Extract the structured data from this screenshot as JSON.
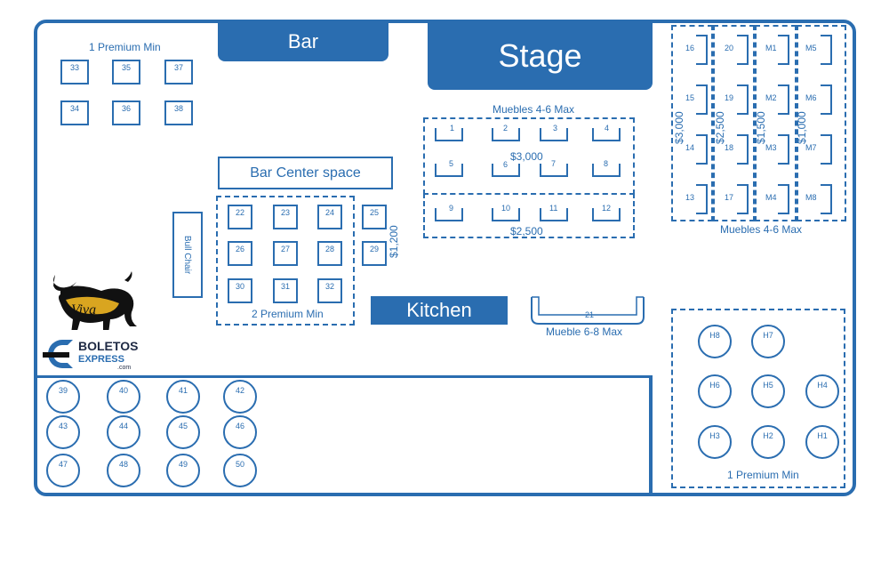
{
  "areas": {
    "bar": "Bar",
    "stage": "Stage",
    "kitchen": "Kitchen",
    "bar_center": "Bar Center space",
    "bull_chair": "Bull Chair"
  },
  "sections": {
    "top_left_min": "1 Premium Min",
    "mid_left_min": "2 Premium Min",
    "muebles_center_top": "Muebles 4-6 Max",
    "muebles_center_price1": "$3,000",
    "muebles_center_price2": "$2,500",
    "price_25_29": "$1,200",
    "mueble_21_label": "Mueble 6-8 Max",
    "right_muebles_label": "Muebles 4-6 Max",
    "right_price_1": "$3,000",
    "right_price_2": "$2,500",
    "right_price_3": "$1,500",
    "right_price_4": "$1,000",
    "h_section_min": "1 Premium Min"
  },
  "tables": {
    "t33": "33",
    "t35": "35",
    "t37": "37",
    "t34": "34",
    "t36": "36",
    "t38": "38",
    "t22": "22",
    "t23": "23",
    "t24": "24",
    "t25": "25",
    "t26": "26",
    "t27": "27",
    "t28": "28",
    "t29": "29",
    "t30": "30",
    "t31": "31",
    "t32": "32",
    "s1": "1",
    "s2": "2",
    "s3": "3",
    "s4": "4",
    "s5": "5",
    "s6": "6",
    "s7": "7",
    "s8": "8",
    "s9": "9",
    "s10": "10",
    "s11": "11",
    "s12": "12",
    "s21": "21",
    "r16": "16",
    "r15": "15",
    "r14": "14",
    "r13": "13",
    "r20": "20",
    "r19": "19",
    "r18": "18",
    "r17": "17",
    "m1": "M1",
    "m2": "M2",
    "m3": "M3",
    "m4": "M4",
    "m5": "M5",
    "m6": "M6",
    "m7": "M7",
    "m8": "M8",
    "c39": "39",
    "c40": "40",
    "c41": "41",
    "c42": "42",
    "c43": "43",
    "c44": "44",
    "c45": "45",
    "c46": "46",
    "c47": "47",
    "c48": "48",
    "c49": "49",
    "c50": "50",
    "h8": "H8",
    "h7": "H7",
    "h6": "H6",
    "h5": "H5",
    "h4": "H4",
    "h3": "H3",
    "h2": "H2",
    "h1": "H1"
  },
  "logos": {
    "viva": "Viva",
    "boletos_line1": "BOLETOS",
    "boletos_line2": "EXPRESS",
    "boletos_line3": ".com"
  },
  "colors": {
    "primary": "#2a6db0",
    "logo_gold": "#d9a520",
    "logo_dark": "#111111"
  }
}
